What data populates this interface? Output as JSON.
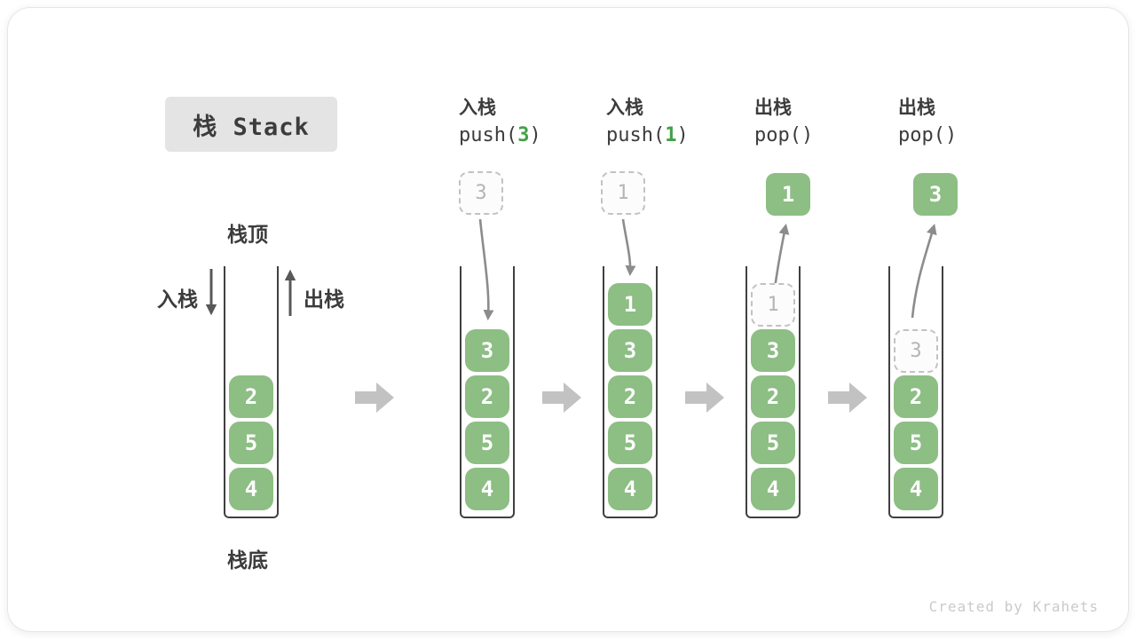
{
  "title": {
    "text": "栈 Stack"
  },
  "labels": {
    "stack_top": "栈顶",
    "stack_bottom": "栈底",
    "push_side": "入栈",
    "pop_side": "出栈"
  },
  "columns": [
    {
      "name": "initial-stack",
      "blocks": [
        "2",
        "5",
        "4"
      ]
    },
    {
      "name": "push-3",
      "header": {
        "line1": "入栈",
        "open": "push(",
        "arg": "3",
        "close": ")"
      },
      "floating": "3",
      "blocks": [
        "3",
        "2",
        "5",
        "4"
      ]
    },
    {
      "name": "push-1",
      "header": {
        "line1": "入栈",
        "open": "push(",
        "arg": "1",
        "close": ")"
      },
      "floating": "1",
      "blocks": [
        "1",
        "3",
        "2",
        "5",
        "4"
      ]
    },
    {
      "name": "pop-first",
      "header": {
        "line1": "出栈",
        "open": "pop(",
        "arg": "",
        "close": ")"
      },
      "popped": "1",
      "ghost": "1",
      "blocks": [
        "3",
        "2",
        "5",
        "4"
      ]
    },
    {
      "name": "pop-second",
      "header": {
        "line1": "出栈",
        "open": "pop(",
        "arg": "",
        "close": ")"
      },
      "popped": "3",
      "ghost": "3",
      "blocks": [
        "2",
        "5",
        "4"
      ]
    }
  ],
  "watermark": "Created by Krahets",
  "colors": {
    "green": "#8DBE84",
    "codegreen": "#43A047",
    "badgebg": "#E4E4E4",
    "dark": "#3C3C3C",
    "arrowgray": "#8C8C8C",
    "bigarrow": "#C2C2C2",
    "dashborder": "#C2C2C2",
    "ghosttext": "#B5B5B5",
    "watermarkc": "#CACACA",
    "wall": "#404040"
  }
}
